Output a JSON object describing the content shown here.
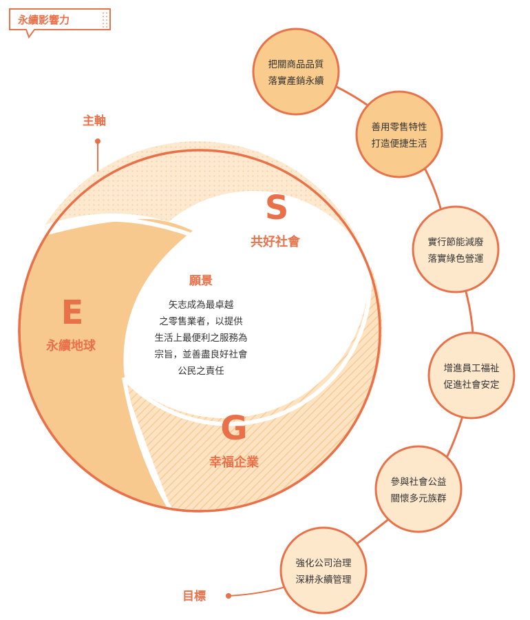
{
  "tag": {
    "label": "永續影響力"
  },
  "axis_label": "主軸",
  "target_label": "目標",
  "sectors": {
    "s": {
      "letter": "S",
      "name": "共好社會"
    },
    "e": {
      "letter": "E",
      "name": "永續地球"
    },
    "g": {
      "letter": "G",
      "name": "幸福企業"
    }
  },
  "vision": {
    "title": "願景",
    "lines": [
      "矢志成為最卓越",
      "之零售業者，以提供",
      "生活上最便利之服務為",
      "宗旨，並善盡良好社會",
      "公民之責任"
    ]
  },
  "goals": [
    {
      "lines": [
        "把關商品品質",
        "落實產銷永續"
      ]
    },
    {
      "lines": [
        "善用零售特性",
        "打造便捷生活"
      ]
    },
    {
      "lines": [
        "實行節能減廢",
        "落實綠色營運"
      ]
    },
    {
      "lines": [
        "增進員工福祉",
        "促進社會安定"
      ]
    },
    {
      "lines": [
        "參與社會公益",
        "關懷多元族群"
      ]
    },
    {
      "lines": [
        "強化公司治理",
        "深耕永續管理"
      ]
    }
  ],
  "colors": {
    "accent": "#e9714a",
    "e_fill": "#f7c98f",
    "s_fill": "#fde9cf",
    "g_fill": "#fde3c2",
    "goal_fill_dark": "#f9cb8c",
    "goal_fill_light": "#fde8cc"
  }
}
